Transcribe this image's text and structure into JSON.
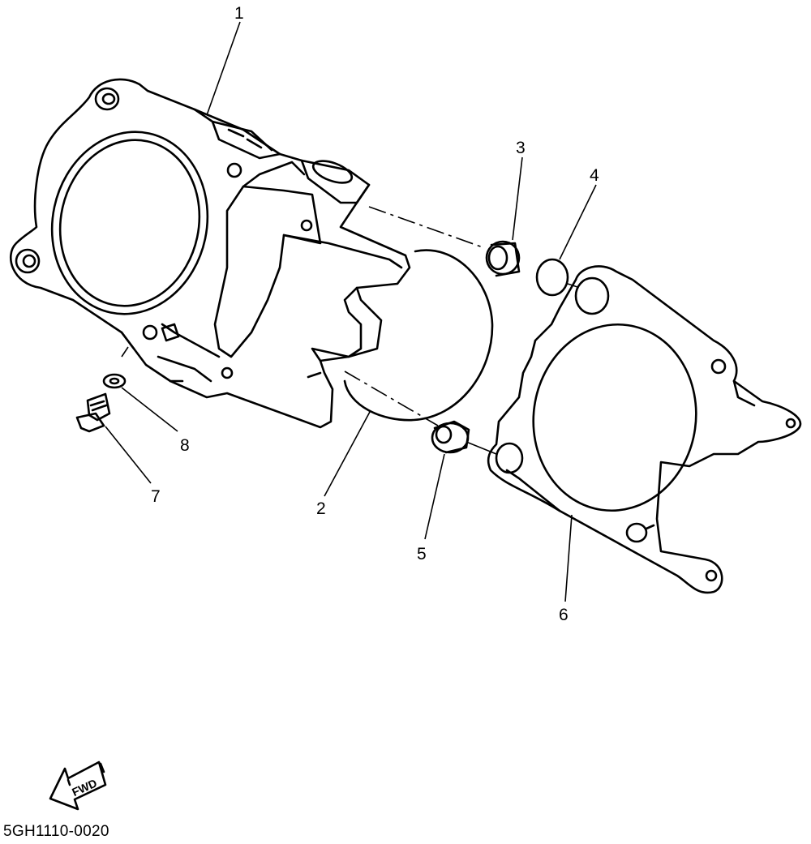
{
  "diagram": {
    "callouts": [
      "1",
      "2",
      "3",
      "4",
      "5",
      "6",
      "7",
      "8"
    ],
    "fwd_label": "FWD",
    "drawing_code": "5GH1110-0020"
  }
}
